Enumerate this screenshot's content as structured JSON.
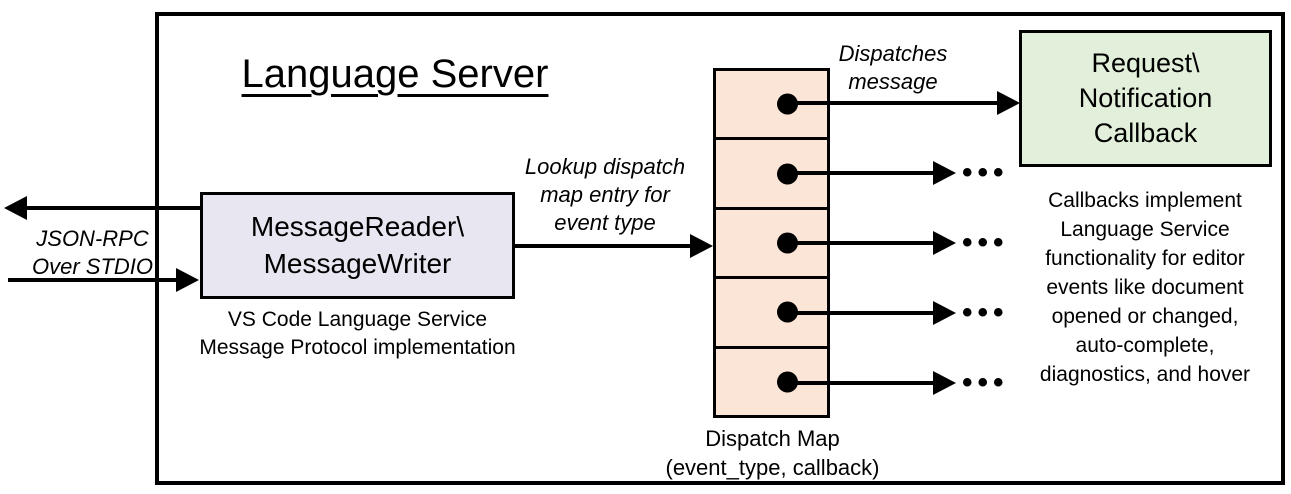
{
  "title": "Language Server",
  "colors": {
    "reader_box_fill": "#e8e6f0",
    "dispatch_cell_fill": "#fbe5d6",
    "callback_box_fill": "#e2efda",
    "line_color": "#000000",
    "background": "#ffffff"
  },
  "stdio": {
    "label": "JSON-RPC\nOver STDIO"
  },
  "reader": {
    "box_label": "MessageReader\\\nMessageWriter",
    "caption": "VS Code Language Service\nMessage Protocol implementation"
  },
  "lookup_label": "Lookup dispatch\nmap entry for\nevent type",
  "dispatches_label": "Dispatches\nmessage",
  "dispatch_map": {
    "caption": "Dispatch Map\n(event_type, callback)",
    "rows": [
      {
        "target": "request-notification-callback"
      },
      {
        "target": "more"
      },
      {
        "target": "more"
      },
      {
        "target": "more"
      },
      {
        "target": "more"
      }
    ]
  },
  "callback": {
    "box_label": "Request\\\nNotification\nCallback",
    "note": "Callbacks implement\nLanguage Service\nfunctionality for editor\nevents like document\nopened or changed,\nauto-complete,\ndiagnostics, and hover"
  },
  "ellipsis": "•••"
}
